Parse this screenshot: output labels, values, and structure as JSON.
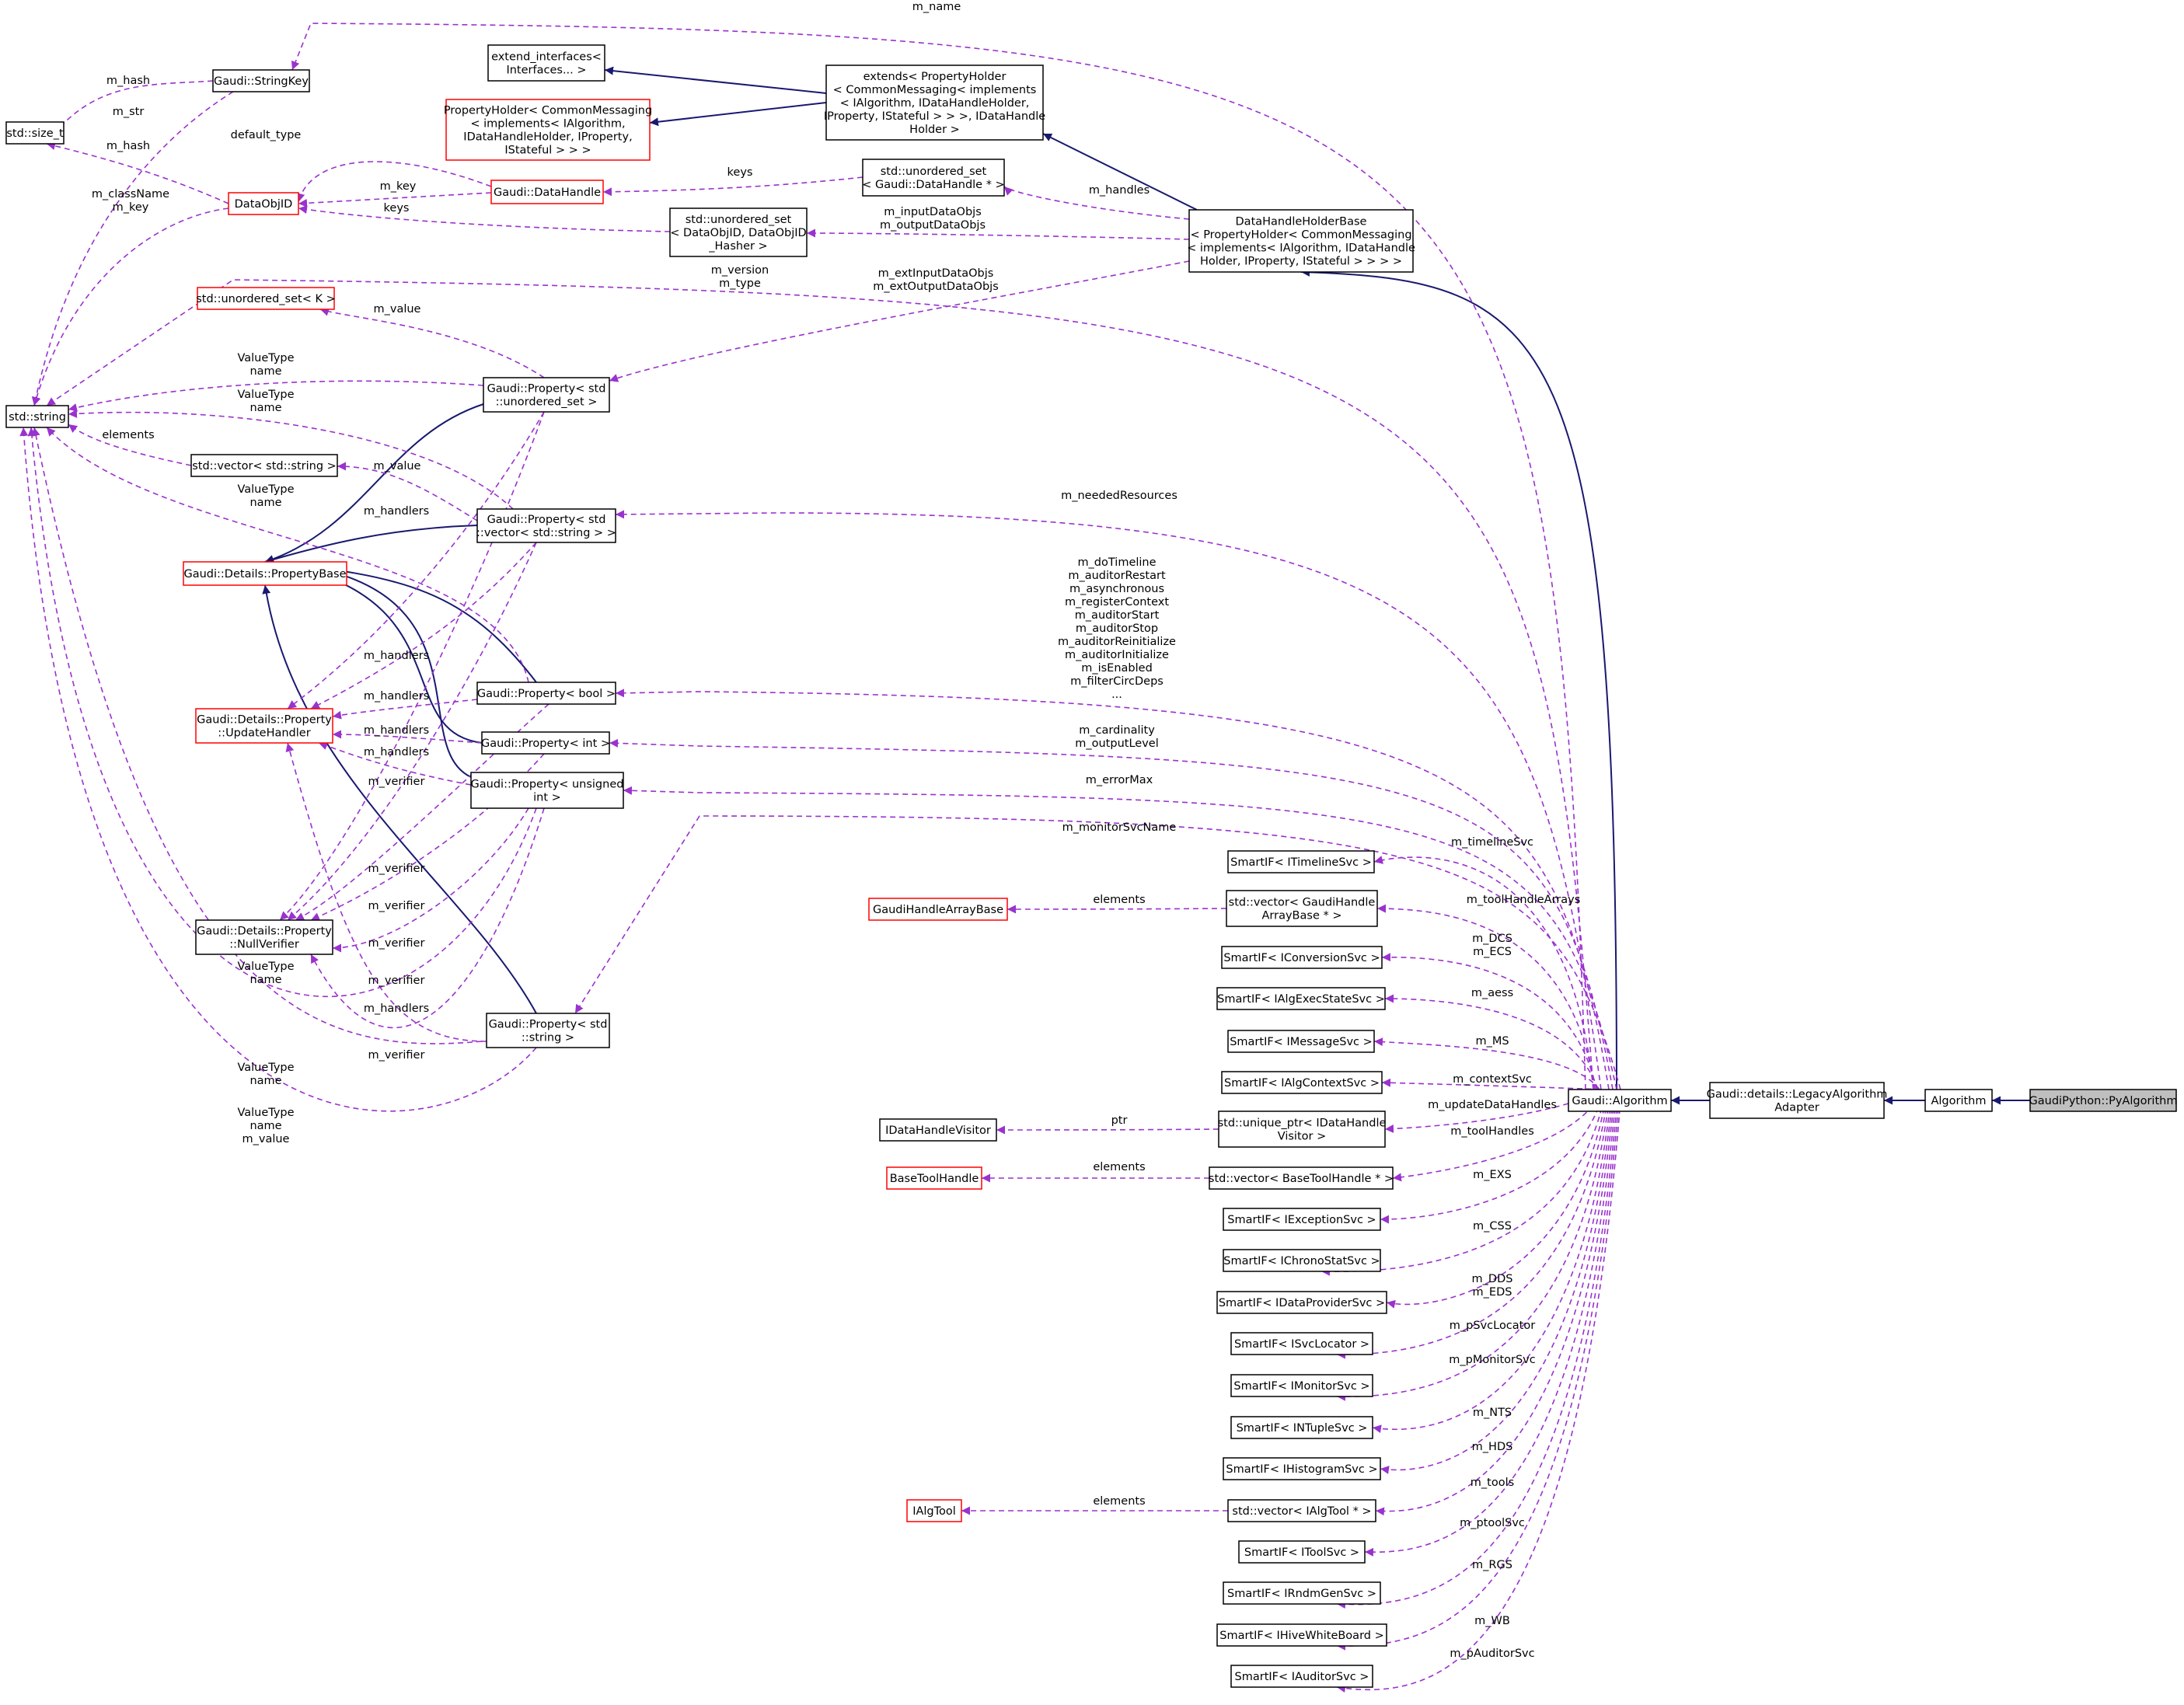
{
  "colors": {
    "inheritance": "#191970",
    "usage": "#9a32cd",
    "box_border_normal": "#000000",
    "box_border_red": "#ff0000",
    "highlight_fill": "#bfbfbf"
  },
  "nodes": {
    "size_t": {
      "lines": [
        "std::size_t"
      ]
    },
    "string": {
      "lines": [
        "std::string"
      ]
    },
    "stringkey": {
      "lines": [
        "Gaudi::StringKey"
      ]
    },
    "dataobjid": {
      "lines": [
        "DataObjID"
      ]
    },
    "extend_interfaces": {
      "lines": [
        "extend_interfaces<",
        "Interfaces... >"
      ]
    },
    "propertyholder": {
      "lines": [
        "PropertyHolder< CommonMessaging",
        "< implements< IAlgorithm,",
        "IDataHandleHolder, IProperty,",
        "IStateful > > >"
      ]
    },
    "datahandle": {
      "lines": [
        "Gaudi::DataHandle"
      ]
    },
    "extends": {
      "lines": [
        "extends< PropertyHolder",
        "< CommonMessaging< implements",
        "< IAlgorithm, IDataHandleHolder,",
        "IProperty, IStateful > > >, IDataHandle",
        "Holder >"
      ]
    },
    "uset_datahandle": {
      "lines": [
        "std::unordered_set",
        "< Gaudi::DataHandle * >"
      ]
    },
    "uset_dataobjid": {
      "lines": [
        "std::unordered_set",
        "< DataObjID, DataObjID",
        "_Hasher >"
      ]
    },
    "dhhb": {
      "lines": [
        "DataHandleHolderBase",
        "< PropertyHolder< CommonMessaging",
        "< implements< IAlgorithm, IDataHandle",
        "Holder, IProperty, IStateful > > > >"
      ]
    },
    "uset_k": {
      "lines": [
        "std::unordered_set< K >"
      ]
    },
    "prop_uset": {
      "lines": [
        "Gaudi::Property< std",
        "::unordered_set >"
      ]
    },
    "vector_string": {
      "lines": [
        "std::vector< std::string >"
      ]
    },
    "prop_vector": {
      "lines": [
        "Gaudi::Property< std",
        "::vector< std::string > >"
      ]
    },
    "propertybase": {
      "lines": [
        "Gaudi::Details::PropertyBase"
      ]
    },
    "updatehandler": {
      "lines": [
        "Gaudi::Details::Property",
        "::UpdateHandler"
      ]
    },
    "prop_bool": {
      "lines": [
        "Gaudi::Property< bool >"
      ]
    },
    "prop_int": {
      "lines": [
        "Gaudi::Property< int >"
      ]
    },
    "prop_uint": {
      "lines": [
        "Gaudi::Property< unsigned",
        "int >"
      ]
    },
    "nullverifier": {
      "lines": [
        "Gaudi::Details::Property",
        "::NullVerifier"
      ]
    },
    "prop_string": {
      "lines": [
        "Gaudi::Property< std",
        "::string >"
      ]
    },
    "timeline": {
      "lines": [
        "SmartIF< ITimelineSvc >"
      ]
    },
    "gaudihandlearraybase": {
      "lines": [
        "GaudiHandleArrayBase"
      ]
    },
    "vec_gharray": {
      "lines": [
        "std::vector< GaudiHandle",
        "ArrayBase * >"
      ]
    },
    "conversion": {
      "lines": [
        "SmartIF< IConversionSvc >"
      ]
    },
    "algexec": {
      "lines": [
        "SmartIF< IAlgExecStateSvc >"
      ]
    },
    "message": {
      "lines": [
        "SmartIF< IMessageSvc >"
      ]
    },
    "algcontext": {
      "lines": [
        "SmartIF< IAlgContextSvc >"
      ]
    },
    "idatahandlevisitor": {
      "lines": [
        "IDataHandleVisitor"
      ]
    },
    "unique_ptr": {
      "lines": [
        "std::unique_ptr< IDataHandle",
        "Visitor >"
      ]
    },
    "basetoolhandle": {
      "lines": [
        "BaseToolHandle"
      ]
    },
    "vec_basetool": {
      "lines": [
        "std::vector< BaseToolHandle * >"
      ]
    },
    "exception": {
      "lines": [
        "SmartIF< IExceptionSvc >"
      ]
    },
    "chrono": {
      "lines": [
        "SmartIF< IChronoStatSvc >"
      ]
    },
    "dataprovider": {
      "lines": [
        "SmartIF< IDataProviderSvc >"
      ]
    },
    "svclocator": {
      "lines": [
        "SmartIF< ISvcLocator >"
      ]
    },
    "monitor": {
      "lines": [
        "SmartIF< IMonitorSvc >"
      ]
    },
    "ntuple": {
      "lines": [
        "SmartIF< INTupleSvc >"
      ]
    },
    "histogram": {
      "lines": [
        "SmartIF< IHistogramSvc >"
      ]
    },
    "ialgtool": {
      "lines": [
        "IAlgTool"
      ]
    },
    "vec_ialgtool": {
      "lines": [
        "std::vector< IAlgTool * >"
      ]
    },
    "toolsvc": {
      "lines": [
        "SmartIF< IToolSvc >"
      ]
    },
    "rndm": {
      "lines": [
        "SmartIF< IRndmGenSvc >"
      ]
    },
    "hive": {
      "lines": [
        "SmartIF< IHiveWhiteBoard >"
      ]
    },
    "auditor": {
      "lines": [
        "SmartIF< IAuditorSvc >"
      ]
    },
    "gaudi_algorithm": {
      "lines": [
        "Gaudi::Algorithm"
      ]
    },
    "legacy": {
      "lines": [
        "Gaudi::details::LegacyAlgorithm",
        "Adapter"
      ]
    },
    "algorithm": {
      "lines": [
        "Algorithm"
      ]
    },
    "pyalgorithm": {
      "lines": [
        "GaudiPython::PyAlgorithm"
      ]
    }
  },
  "edge_labels": {
    "m_name": [
      "m_name"
    ],
    "m_hash_sk": [
      "m_hash"
    ],
    "m_str": [
      "m_str"
    ],
    "m_hash_did": [
      "m_hash"
    ],
    "default_type": [
      "default_type"
    ],
    "m_classname": [
      "m_className",
      "m_key"
    ],
    "m_key_dh": [
      "m_key"
    ],
    "keys_dh": [
      "keys"
    ],
    "keys_did": [
      "keys"
    ],
    "m_handles": [
      "m_handles"
    ],
    "inout": [
      "m_inputDataObjs",
      "m_outputDataObjs"
    ],
    "version": [
      "m_version",
      "m_type"
    ],
    "ext": [
      "m_extInputDataObjs",
      "m_extOutputDataObjs"
    ],
    "m_value_uset": [
      "m_value"
    ],
    "vtn_uset": [
      "ValueType",
      "name"
    ],
    "vtn_vec": [
      "ValueType",
      "name"
    ],
    "elements_vec": [
      "elements"
    ],
    "m_value_vec": [
      "m_value"
    ],
    "vtn_bool": [
      "ValueType",
      "name"
    ],
    "handlers_1": [
      "m_handlers"
    ],
    "needed": [
      "m_neededResources"
    ],
    "dotimeline": [
      "m_doTimeline",
      "m_auditorRestart",
      "m_asynchronous",
      "m_registerContext",
      "m_auditorStart",
      "m_auditorStop",
      "m_auditorReinitialize",
      "m_auditorInitialize",
      "m_isEnabled",
      "m_filterCircDeps",
      "..."
    ],
    "handlers_2": [
      "m_handlers"
    ],
    "handlers_3": [
      "m_handlers"
    ],
    "handlers_4": [
      "m_handlers"
    ],
    "handlers_5": [
      "m_handlers"
    ],
    "cardinality": [
      "m_cardinality",
      "m_outputLevel"
    ],
    "errormax": [
      "m_errorMax"
    ],
    "verifier_1": [
      "m_verifier"
    ],
    "monitorsvcname": [
      "m_monitorSvcName"
    ],
    "verifier_2": [
      "m_verifier"
    ],
    "verifier_3": [
      "m_verifier"
    ],
    "verifier_4": [
      "m_verifier"
    ],
    "verifier_5": [
      "m_verifier"
    ],
    "vtn_int": [
      "ValueType",
      "name"
    ],
    "handlers_6": [
      "m_handlers"
    ],
    "verifier_6": [
      "m_verifier"
    ],
    "vtn_uint": [
      "ValueType",
      "name"
    ],
    "vtn_str": [
      "ValueType",
      "name",
      "m_value"
    ],
    "timelinesvc": [
      "m_timelineSvc"
    ],
    "elements_gh": [
      "elements"
    ],
    "toolhandlearrays": [
      "m_toolHandleArrays"
    ],
    "dcs": [
      "m_DCS",
      "m_ECS"
    ],
    "aess": [
      "m_aess"
    ],
    "ms": [
      "m_MS"
    ],
    "contextsvc": [
      "m_contextSvc"
    ],
    "ptr": [
      "ptr"
    ],
    "updatedatahandles": [
      "m_updateDataHandles"
    ],
    "elements_bt": [
      "elements"
    ],
    "toolhandles": [
      "m_toolHandles"
    ],
    "exs": [
      "m_EXS"
    ],
    "css": [
      "m_CSS"
    ],
    "dds": [
      "m_DDS",
      "m_EDS"
    ],
    "psvclocator": [
      "m_pSvcLocator"
    ],
    "pmonitorsvc": [
      "m_pMonitorSvc"
    ],
    "nts": [
      "m_NTS"
    ],
    "hds": [
      "m_HDS"
    ],
    "tools": [
      "m_tools"
    ],
    "elements_at": [
      "elements"
    ],
    "ptoolsvc": [
      "m_ptoolSvc"
    ],
    "rgs": [
      "m_RGS"
    ],
    "wb": [
      "m_WB"
    ],
    "pauditorsvc": [
      "m_pAuditorSvc"
    ]
  }
}
